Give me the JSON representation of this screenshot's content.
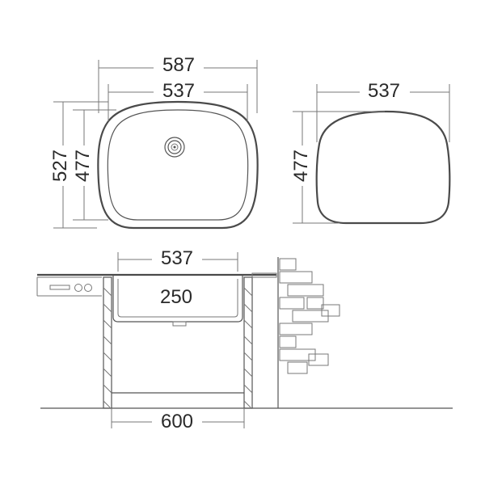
{
  "top_view": {
    "width_outer": "587",
    "width_inner": "537",
    "height_outer": "527",
    "height_inner": "477"
  },
  "cutout_view": {
    "width": "537",
    "height": "477"
  },
  "section_view": {
    "bowl_width": "537",
    "depth": "250",
    "cabinet_width": "600"
  }
}
